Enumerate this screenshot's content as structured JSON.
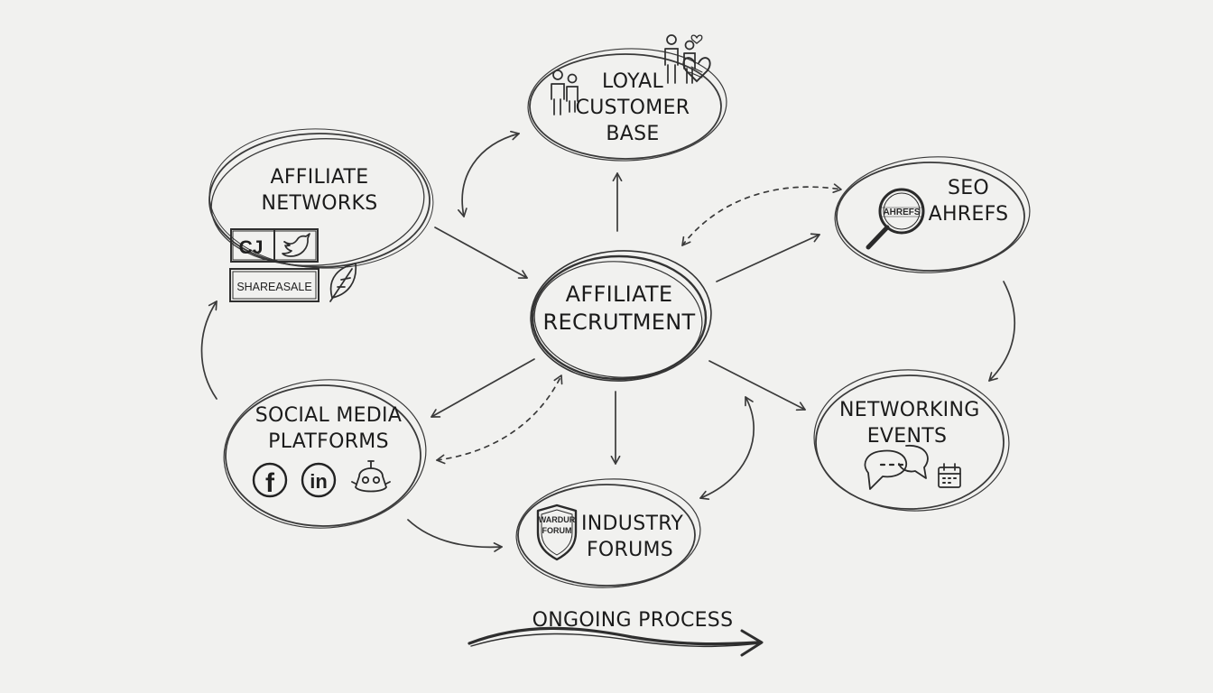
{
  "nodes": {
    "center": {
      "lines": [
        "AFFILIATE",
        "RECRUTMENT"
      ]
    },
    "loyal": {
      "lines": [
        "LOYAL",
        "CUSTOMER",
        "BASE"
      ]
    },
    "affiliate_networks": {
      "lines": [
        "AFFILIATE",
        "NETWORKS"
      ],
      "logo_cj": "CJ",
      "logo_shareasale": "SHAREASALE"
    },
    "seo": {
      "lines": [
        "SEO",
        "AHREFS"
      ],
      "magnifier_text": "AHREFS"
    },
    "social": {
      "lines": [
        "SOCIAL MEDIA",
        "PLATFORMS"
      ],
      "icon_facebook": "f",
      "icon_linkedin": "in"
    },
    "networking": {
      "lines": [
        "NETWORKING",
        "EVENTS"
      ]
    },
    "forums": {
      "lines": [
        "INDUSTRY",
        "FORUMS"
      ],
      "shield_text": [
        "WARDUR",
        "FORUM"
      ]
    }
  },
  "footer": {
    "label": "ONGOING PROCESS"
  },
  "colors": {
    "stroke": "#3a3a3a",
    "background": "#f1f1ef",
    "text": "#1b1b1b"
  },
  "icons": [
    "people-icon",
    "couple-heart-icon",
    "twitter-bird-icon",
    "leaf-icon",
    "magnifier-icon",
    "facebook-icon",
    "linkedin-icon",
    "robot-icon",
    "speech-bubbles-icon",
    "calendar-icon",
    "shield-icon",
    "arrow-icon"
  ]
}
